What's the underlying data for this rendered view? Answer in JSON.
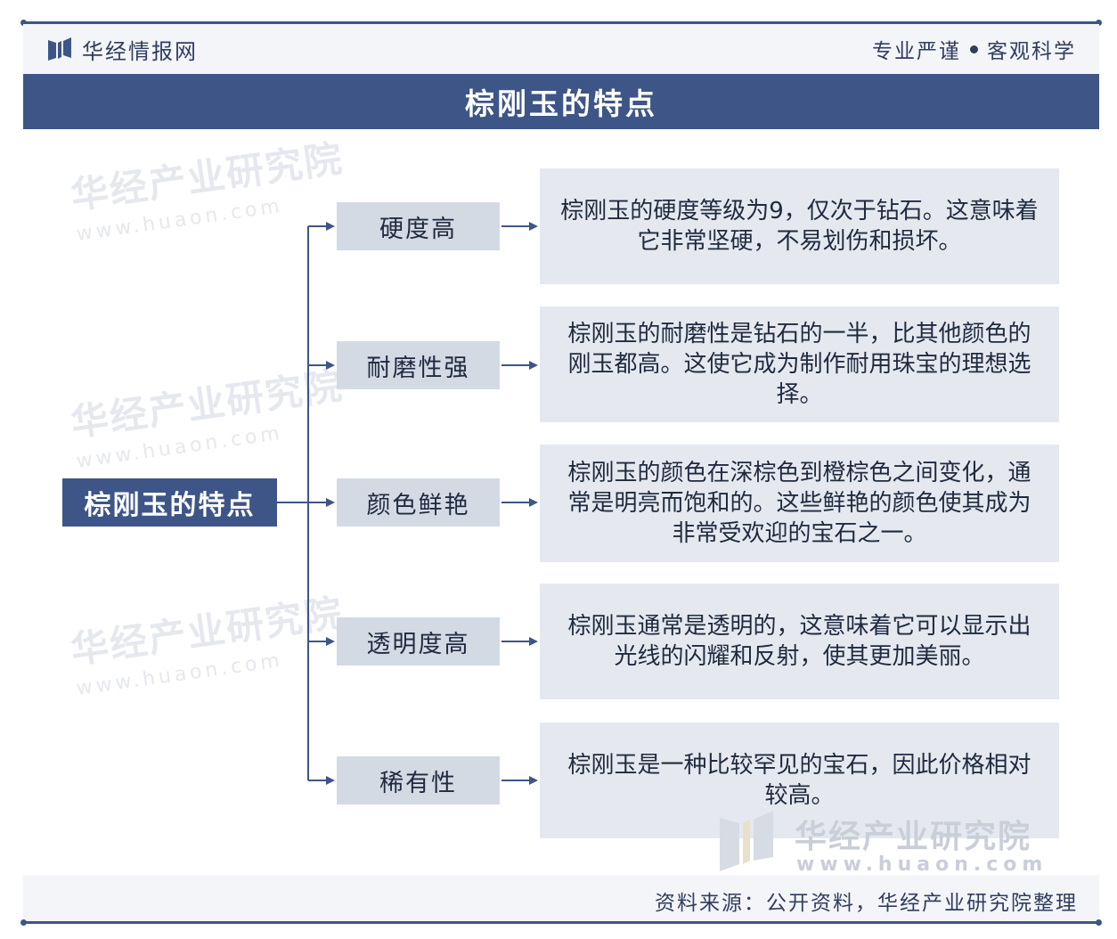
{
  "header": {
    "site_name": "华经情报网",
    "motto_left": "专业严谨",
    "motto_right": "客观科学"
  },
  "title": "棕刚玉的特点",
  "root": "棕刚玉的特点",
  "branches": [
    {
      "label": "硬度高",
      "description": "棕刚玉的硬度等级为9，仅次于钻石。这意味着它非常坚硬，不易划伤和损坏。"
    },
    {
      "label": "耐磨性强",
      "description": "棕刚玉的耐磨性是钻石的一半，比其他颜色的刚玉都高。这使它成为制作耐用珠宝的理想选择。"
    },
    {
      "label": "颜色鲜艳",
      "description": "棕刚玉的颜色在深棕色到橙棕色之间变化，通常是明亮而饱和的。这些鲜艳的颜色使其成为非常受欢迎的宝石之一。"
    },
    {
      "label": "透明度高",
      "description": "棕刚玉通常是透明的，这意味着它可以显示出光线的闪耀和反射，使其更加美丽。"
    },
    {
      "label": "稀有性",
      "description": "棕刚玉是一种比较罕见的宝石，因此价格相对较高。"
    }
  ],
  "watermark": {
    "name": "华经产业研究院",
    "url": "www.huaon.com"
  },
  "source": "资料来源：公开资料，华经产业研究院整理",
  "colors": {
    "primary": "#3e5587",
    "node_fill": "#d3dae4",
    "desc_fill": "#e5e9ef"
  }
}
